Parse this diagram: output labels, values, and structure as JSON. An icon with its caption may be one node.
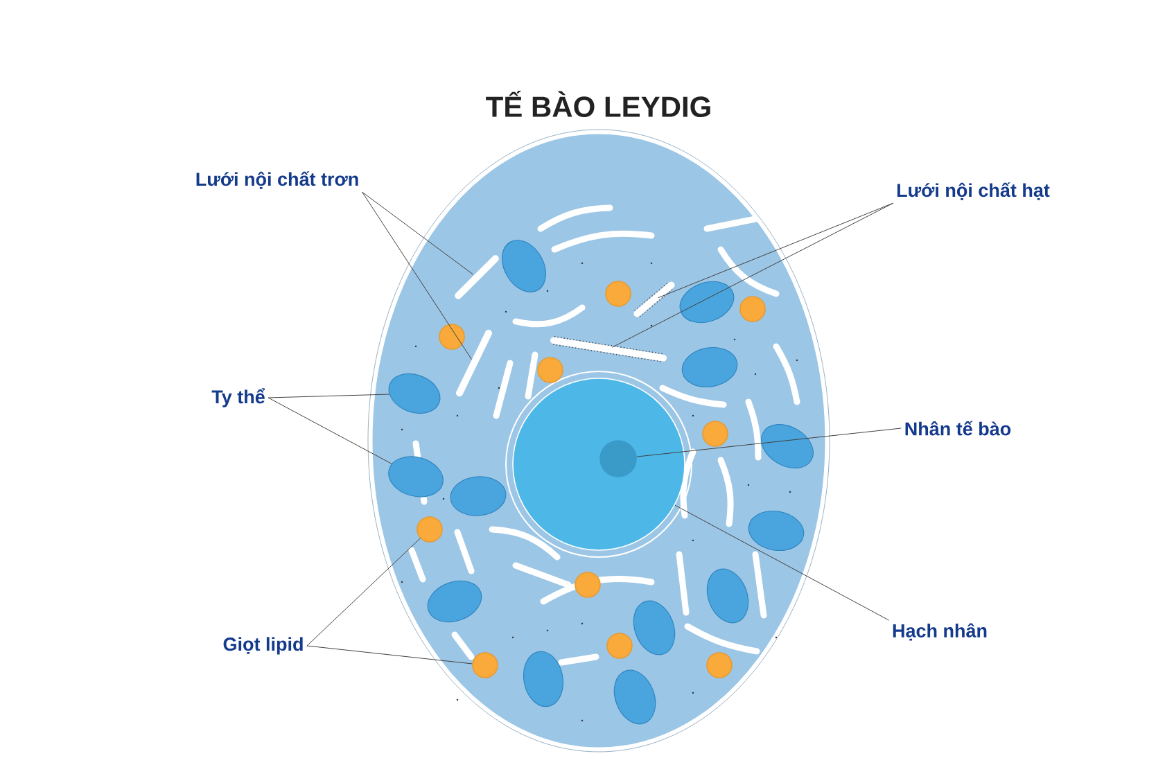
{
  "diagram": {
    "title": "TẾ BÀO LEYDIG",
    "nodes": [
      {
        "text": [
          "Lưới nội chất trơn"
        ]
      },
      {
        "text": [],
        "shape": "bar"
      },
      {
        "text": [],
        "shape": "bar"
      },
      {
        "text": [
          "Lưới nội chất hạt"
        ]
      },
      {
        "text": [],
        "shape": "bar"
      },
      {
        "text": [],
        "shape": "bar"
      },
      {
        "text": [
          "Ty thể"
        ]
      },
      {
        "text": [],
        "shape": "ellipse"
      },
      {
        "text": [],
        "shape": "ellipse"
      },
      {
        "text": [],
        "shape": "circle"
      },
      {
        "text": [],
        "shape": "circle",
        "in": 9
      },
      {
        "text": [
          "Nhân tế bào"
        ]
      },
      {
        "text": [
          "Hạch nhân"
        ]
      },
      {
        "text": [
          "Giọt lipid"
        ]
      },
      {
        "text": [],
        "shape": "circle"
      },
      {
        "text": [],
        "shape": "circle"
      },
      {
        "text": [],
        "shape": "ellipse"
      },
      {
        "text": [],
        "shape": "ellipse"
      },
      {
        "text": [],
        "shape": "ellipse"
      },
      {
        "text": [],
        "shape": "ellipse"
      },
      {
        "text": [],
        "shape": "ellipse"
      },
      {
        "text": [],
        "shape": "ellipse"
      },
      {
        "text": [],
        "shape": "ellipse"
      },
      {
        "text": [],
        "shape": "ellipse"
      },
      {
        "text": [],
        "shape": "ellipse"
      },
      {
        "text": [],
        "shape": "ellipse"
      },
      {
        "text": [],
        "shape": "ellipse"
      },
      {
        "text": [],
        "shape": "circle"
      },
      {
        "text": [],
        "shape": "circle"
      },
      {
        "text": [],
        "shape": "circle"
      },
      {
        "text": [],
        "shape": "circle"
      },
      {
        "text": [],
        "shape": "circle"
      },
      {
        "text": [],
        "shape": "circle"
      },
      {
        "text": [],
        "shape": "circle"
      },
      {
        "text": [],
        "shape": "circle"
      }
    ],
    "edges": [
      {
        "from": 0,
        "to": 1,
        "arrow": "none"
      },
      {
        "from": 0,
        "to": 2,
        "arrow": "none"
      },
      {
        "from": 3,
        "to": 4,
        "arrow": "none"
      },
      {
        "from": 3,
        "to": 5,
        "arrow": "none"
      },
      {
        "from": 6,
        "to": 7,
        "arrow": "none"
      },
      {
        "from": 6,
        "to": 8,
        "arrow": "none"
      },
      {
        "from": 11,
        "to": 10,
        "arrow": "none"
      },
      {
        "from": 12,
        "to": 9,
        "arrow": "none"
      },
      {
        "from": 13,
        "to": 14,
        "arrow": "none"
      },
      {
        "from": 13,
        "to": 15,
        "arrow": "none"
      }
    ]
  }
}
